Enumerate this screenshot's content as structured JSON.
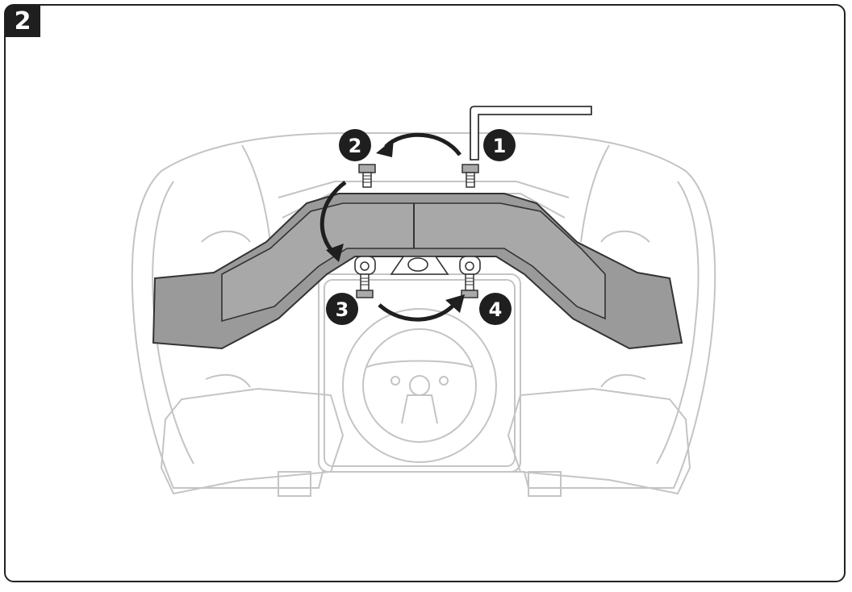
{
  "step": {
    "number": "2"
  },
  "callouts": [
    "1",
    "2",
    "3",
    "4"
  ],
  "colors": {
    "outline": "#c8c8c8",
    "shaded": "#9a9a9a",
    "dark": "#222222"
  }
}
